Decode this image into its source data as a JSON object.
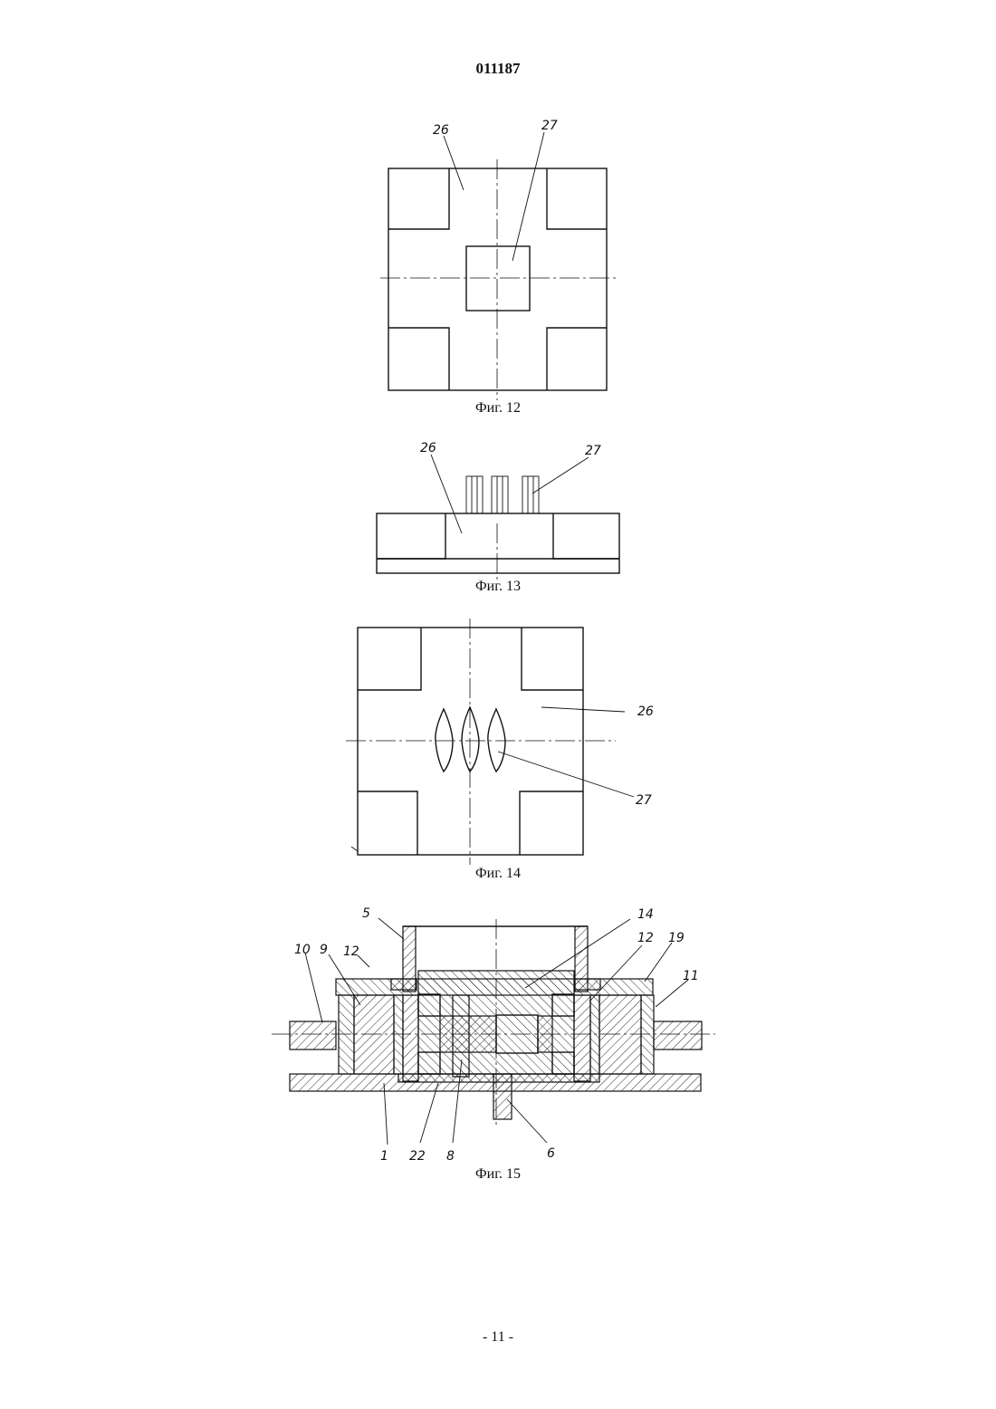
{
  "header": {
    "doc_number": "011187"
  },
  "figures": [
    {
      "caption": "Фиг. 12",
      "labels": [
        "26",
        "27"
      ]
    },
    {
      "caption": "Фиг. 13",
      "labels": [
        "26",
        "27"
      ]
    },
    {
      "caption": "Фиг. 14",
      "labels": [
        "26",
        "27"
      ]
    },
    {
      "caption": "Фиг. 15",
      "labels": [
        "5",
        "14",
        "10",
        "9",
        "12",
        "12",
        "19",
        "11",
        "1",
        "22",
        "8",
        "6"
      ]
    }
  ],
  "footer": {
    "page_number": "- 11 -"
  }
}
